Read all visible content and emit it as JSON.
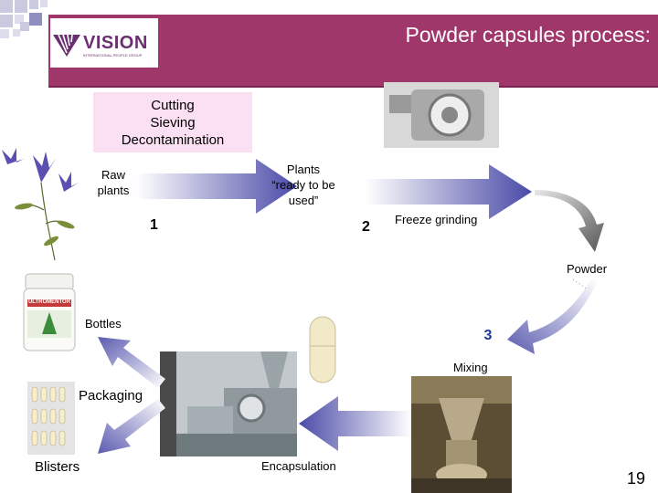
{
  "slide": {
    "title": "Powder capsules process:",
    "page_number": "19"
  },
  "logo": {
    "name": "VISION",
    "tagline": "INTERNATIONAL PEOPLE GROUP"
  },
  "steps": {
    "box_lines": [
      "Cutting",
      "Sieving",
      "Decontamination"
    ],
    "raw_plants": [
      "Raw",
      "plants"
    ],
    "plants_ready": [
      "Plants",
      "“ready to be",
      "used”"
    ],
    "step1": "1",
    "step2": "2",
    "step3": "3",
    "freeze_grinding": "Freeze grinding",
    "powder": "Powder",
    "mixing": "Mixing",
    "encapsulation": "Encapsulation",
    "bottles": "Bottles",
    "packaging": "Packaging",
    "blisters": "Blisters"
  },
  "product_label": "ULTROMENTOR"
}
